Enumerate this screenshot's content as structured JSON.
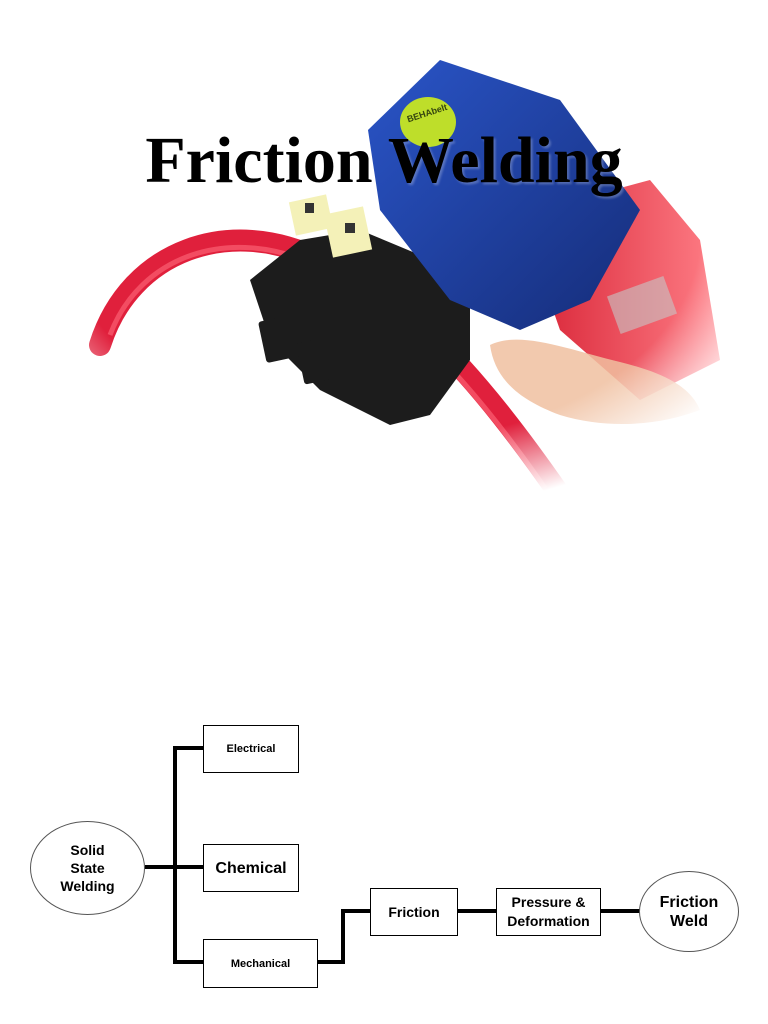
{
  "slide1": {
    "title": "Friction Welding",
    "photo": {
      "subject": "handheld friction welding tool gripping a red pipe",
      "colors": {
        "tool_body": "#1f3f9e",
        "pipe": "#e0203c",
        "label": "#bede2a",
        "clamp": "#1c1c1c",
        "jaw": "#f4f1b8"
      }
    }
  },
  "slide2": {
    "root": "Solid State Welding",
    "branches": {
      "electrical": "Electrical",
      "chemical": "Chemical",
      "mechanical": "Mechanical"
    },
    "chain": {
      "friction": "Friction",
      "pressure": "Pressure & Deformation",
      "result": "Friction Weld"
    }
  }
}
